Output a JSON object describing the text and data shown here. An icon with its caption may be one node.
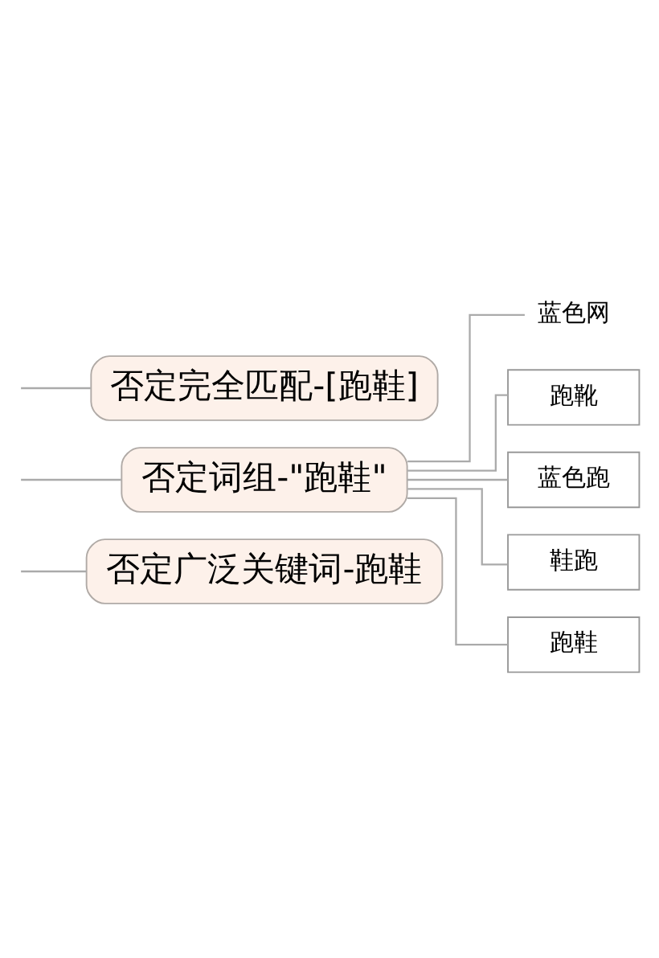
{
  "diagram": {
    "nodes": [
      {
        "text": [
          "否定广泛关键词-跑鞋"
        ]
      },
      {
        "text": [
          "否定词组-\"跑鞋\""
        ]
      },
      {
        "text": [
          "蓝色网"
        ]
      },
      {
        "text": [
          "跑靴"
        ]
      },
      {
        "text": [
          "蓝色跑"
        ]
      },
      {
        "text": [
          "鞋跑"
        ]
      },
      {
        "text": [
          "跑鞋"
        ]
      },
      {
        "text": [
          "否定完全匹配-[跑鞋]"
        ]
      }
    ],
    "edges": [
      {
        "from": null,
        "to": 0,
        "arrow": "none"
      },
      {
        "from": null,
        "to": 1,
        "arrow": "none"
      },
      {
        "from": null,
        "to": 7,
        "arrow": "none"
      },
      {
        "from": 1,
        "to": 2,
        "arrow": "none"
      },
      {
        "from": 1,
        "to": 3,
        "arrow": "none"
      },
      {
        "from": 1,
        "to": 4,
        "arrow": "none"
      },
      {
        "from": 1,
        "to": 5,
        "arrow": "none"
      },
      {
        "from": 1,
        "to": 6,
        "arrow": "none"
      }
    ]
  }
}
